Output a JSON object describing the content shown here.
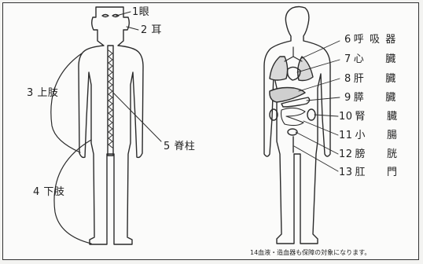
{
  "labels": {
    "eye": {
      "num": "1",
      "name": "眼"
    },
    "ear": {
      "num": "2",
      "name": "耳"
    },
    "upper_limb": {
      "num": "3",
      "name": "上肢"
    },
    "lower_limb": {
      "num": "4",
      "name": "下肢"
    },
    "spine": {
      "num": "5",
      "name": "脊柱"
    }
  },
  "organs": [
    {
      "num": "6",
      "name": "呼吸器"
    },
    {
      "num": "7",
      "name": "心臓"
    },
    {
      "num": "8",
      "name": "肝臓"
    },
    {
      "num": "9",
      "name": "膵臓"
    },
    {
      "num": "10",
      "name": "腎臓"
    },
    {
      "num": "11",
      "name": "小腸"
    },
    {
      "num": "12",
      "name": "膀胱"
    },
    {
      "num": "13",
      "name": "肛門"
    }
  ],
  "footnote": "14血液・造血器も保障の対象になります。",
  "colors": {
    "line": "#2b2b2b",
    "background": "#fbfbfa"
  }
}
